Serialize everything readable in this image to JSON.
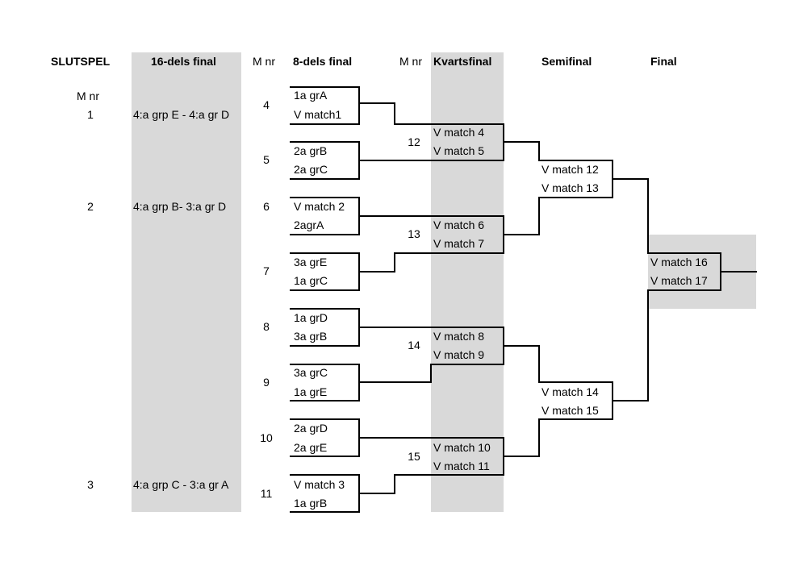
{
  "headers": {
    "slutspel": "SLUTSPEL",
    "r32": "16-dels final",
    "mnr_a": "M nr",
    "r16": "8-dels final",
    "mnr_b": "M nr",
    "qf": "Kvartsfinal",
    "sf": "Semifinal",
    "final": "Final"
  },
  "left": {
    "mnr": "M nr",
    "matches": [
      {
        "num": "1",
        "text": "4:a grp E - 4:a gr D"
      },
      {
        "num": "2",
        "text": "4:a grp B-  3:a gr D"
      },
      {
        "num": "3",
        "text": "4:a grp C - 3:a gr A"
      }
    ]
  },
  "r16": [
    {
      "num": "4",
      "top": "1a grA",
      "bottom": "V match1"
    },
    {
      "num": "5",
      "top": "2a grB",
      "bottom": "2a grC"
    },
    {
      "num": "6",
      "top": "V match 2",
      "bottom": "2agrA"
    },
    {
      "num": "7",
      "top": "3a grE",
      "bottom": "1a grC"
    },
    {
      "num": "8",
      "top": "1a grD",
      "bottom": "3a grB"
    },
    {
      "num": "9",
      "top": "3a grC",
      "bottom": "1a grE"
    },
    {
      "num": "10",
      "top": "2a grD",
      "bottom": "2a grE"
    },
    {
      "num": "11",
      "top": "V match 3",
      "bottom": "1a grB"
    }
  ],
  "qf": [
    {
      "num": "12",
      "top": "V match 4",
      "bottom": "V match 5"
    },
    {
      "num": "13",
      "top": "V match 6",
      "bottom": "V match 7"
    },
    {
      "num": "14",
      "top": "V match 8",
      "bottom": "V match 9"
    },
    {
      "num": "15",
      "top": "V match 10",
      "bottom": "V match 11"
    }
  ],
  "sf": [
    {
      "top": "V match 12",
      "bottom": "V match 13"
    },
    {
      "top": "V match 14",
      "bottom": "V match 15"
    }
  ],
  "final": {
    "top": "V match 16",
    "bottom": "V match 17"
  }
}
